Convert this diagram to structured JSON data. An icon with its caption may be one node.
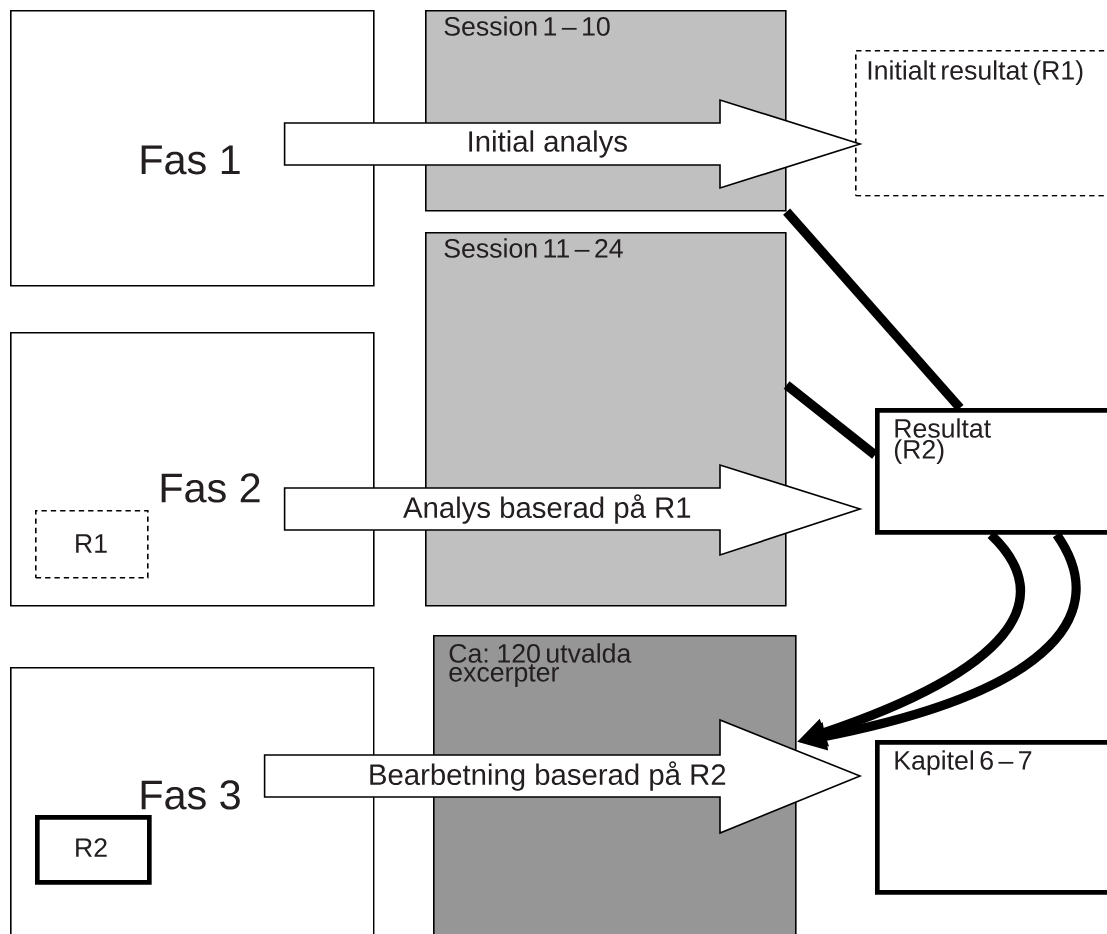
{
  "diagram": {
    "nodes": [
      {
        "text": [
          "Fas 1"
        ]
      },
      {
        "text": [
          "Session 1 – 10"
        ]
      },
      {
        "text": [
          "Initialt resultat (R1)"
        ]
      },
      {
        "text": [
          "Fas 2"
        ]
      },
      {
        "text": [
          "R1"
        ],
        "in": 3
      },
      {
        "text": [
          "Session 11 – 24"
        ]
      },
      {
        "text": [
          "Resultat (R2)"
        ]
      },
      {
        "text": [
          "Fas 3"
        ]
      },
      {
        "text": [
          "R2"
        ],
        "in": 7
      },
      {
        "text": [
          "Ca: 120 utvalda excerpter"
        ]
      },
      {
        "text": [
          "Kapitel 6 – 7"
        ]
      }
    ],
    "edges": [
      {
        "from": 0,
        "to": 2,
        "label": "Initial analys",
        "arrow": "to"
      },
      {
        "from": 3,
        "to": 6,
        "label": "Analys baserad på R1",
        "arrow": "to"
      },
      {
        "from": 7,
        "to": 10,
        "label": "Bearbetning baserad på R2",
        "arrow": "to"
      },
      {
        "from": 1,
        "to": 6,
        "arrow": "none"
      },
      {
        "from": 5,
        "to": 6,
        "arrow": "none"
      },
      {
        "from": 6,
        "to": 9,
        "arrow": "to"
      },
      {
        "from": 6,
        "to": 9,
        "arrow": "to"
      }
    ]
  }
}
